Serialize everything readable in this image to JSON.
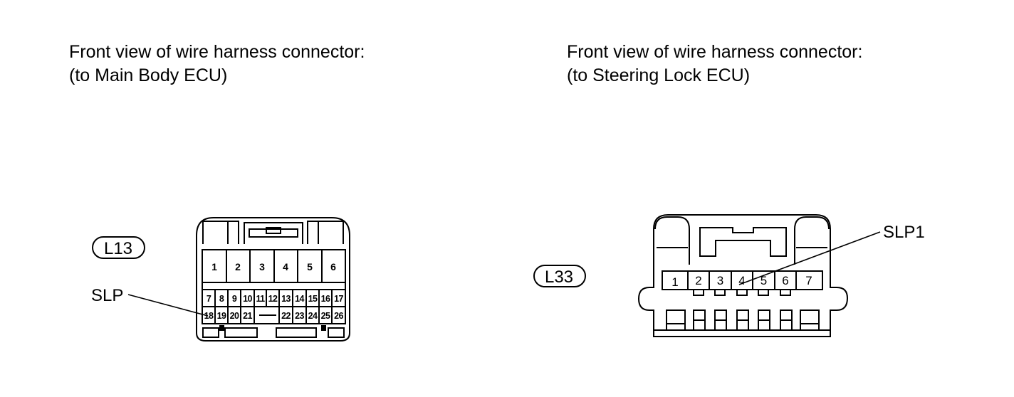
{
  "left": {
    "title_line1": "Front view of wire harness connector:",
    "title_line2": "(to Main Body ECU)",
    "code": "L13",
    "signal": "SLP",
    "signal_pin": "18",
    "pins_top": [
      "1",
      "2",
      "3",
      "4",
      "5",
      "6"
    ],
    "pins_mid": [
      "7",
      "8",
      "9",
      "10",
      "11",
      "12",
      "13",
      "14",
      "15",
      "16",
      "17"
    ],
    "pins_bot": [
      "18",
      "19",
      "20",
      "21",
      "22",
      "23",
      "24",
      "25",
      "26"
    ]
  },
  "right": {
    "title_line1": "Front view of wire harness connector:",
    "title_line2": "(to Steering Lock ECU)",
    "code": "L33",
    "signal": "SLP1",
    "signal_pin": "4",
    "pins": [
      "1",
      "2",
      "3",
      "4",
      "5",
      "6",
      "7"
    ]
  }
}
